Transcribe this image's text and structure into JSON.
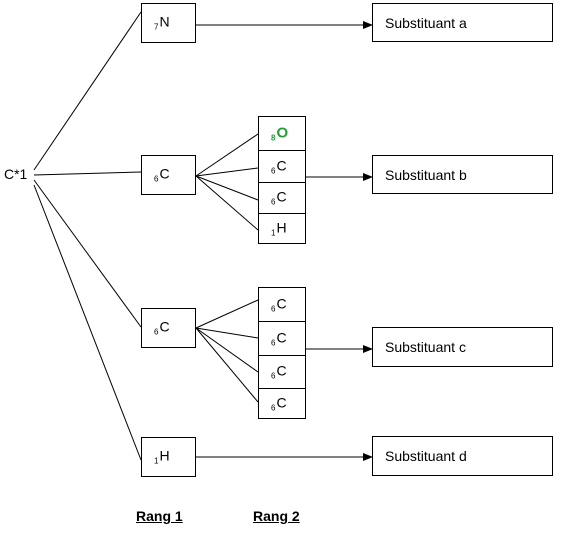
{
  "center": "C*1",
  "rank1": [
    {
      "sub": "7",
      "elem": "N"
    },
    {
      "sub": "6",
      "elem": "C"
    },
    {
      "sub": "6",
      "elem": "C"
    },
    {
      "sub": "1",
      "elem": "H"
    }
  ],
  "rank2_b": [
    {
      "sub": "8",
      "elem": "O"
    },
    {
      "sub": "6",
      "elem": "C"
    },
    {
      "sub": "6",
      "elem": "C"
    },
    {
      "sub": "1",
      "elem": "H"
    }
  ],
  "rank2_c": [
    {
      "sub": "6",
      "elem": "C"
    },
    {
      "sub": "6",
      "elem": "C"
    },
    {
      "sub": "6",
      "elem": "C"
    },
    {
      "sub": "6",
      "elem": "C"
    }
  ],
  "substituents": [
    "Substituant a",
    "Substituant b",
    "Substituant c",
    "Substituant d"
  ],
  "labels": {
    "rank1": "Rang 1",
    "rank2": "Rang 2"
  },
  "colors": {
    "oxygen": "#21a038",
    "line": "#000000"
  }
}
